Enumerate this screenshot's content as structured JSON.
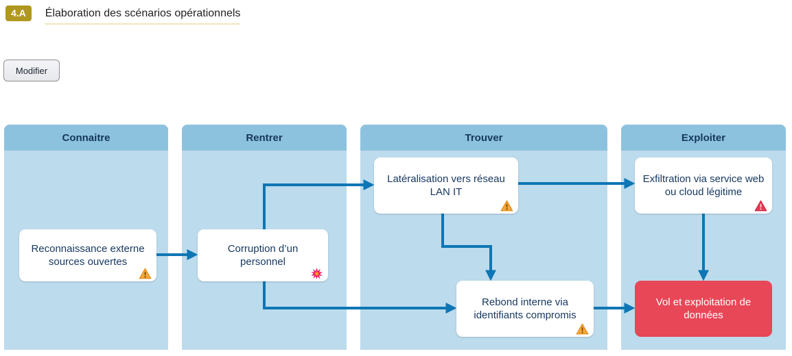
{
  "header": {
    "badge": "4.A",
    "title": "Élaboration des scénarios opérationnels"
  },
  "toolbar": {
    "modify_label": "Modifier"
  },
  "diagram": {
    "lanes": [
      {
        "label": "Connaitre"
      },
      {
        "label": "Rentrer"
      },
      {
        "label": "Trouver"
      },
      {
        "label": "Exploiter"
      }
    ],
    "nodes": [
      {
        "id": "reconnaissance-externe",
        "lane": "Connaitre",
        "label": "Reconnaissance externe sources ouvertes",
        "icon": "warning-orange-icon"
      },
      {
        "id": "corruption-personnel",
        "lane": "Rentrer",
        "label": "Corruption d’un personnel",
        "icon": "attack-burst-icon"
      },
      {
        "id": "lateralisation-lan-it",
        "lane": "Trouver",
        "label": "Latéralisation vers réseau LAN IT",
        "icon": "warning-orange-icon"
      },
      {
        "id": "rebond-interne",
        "lane": "Trouver",
        "label": "Rebond interne via identifiants compromis",
        "icon": "warning-orange-icon"
      },
      {
        "id": "exfiltration-web",
        "lane": "Exploiter",
        "label": "Exfiltration via service web ou cloud légitime",
        "icon": "warning-red-icon"
      },
      {
        "id": "vol-exploitation-donnees",
        "lane": "Exploiter",
        "label": "Vol et exploitation de données",
        "icon": "none",
        "variant": "critical"
      }
    ],
    "edges": [
      {
        "from": "reconnaissance-externe",
        "to": "corruption-personnel"
      },
      {
        "from": "corruption-personnel",
        "to": "lateralisation-lan-it"
      },
      {
        "from": "corruption-personnel",
        "to": "rebond-interne"
      },
      {
        "from": "lateralisation-lan-it",
        "to": "rebond-interne"
      },
      {
        "from": "lateralisation-lan-it",
        "to": "exfiltration-web"
      },
      {
        "from": "exfiltration-web",
        "to": "vol-exploitation-donnees"
      },
      {
        "from": "rebond-interne",
        "to": "vol-exploitation-donnees"
      }
    ],
    "colors": {
      "lane_header": "#8dc2de",
      "lane_body": "#bcdbec",
      "edge": "#0e76b4",
      "node_text": "#16375f",
      "critical_node_bg": "#e84757",
      "badge_bg": "#b0971f",
      "title_underline": "#efe5bd",
      "warning_orange": "#f5a73b",
      "warning_red": "#e73851",
      "burst_pink": "#ea1a6a"
    }
  }
}
